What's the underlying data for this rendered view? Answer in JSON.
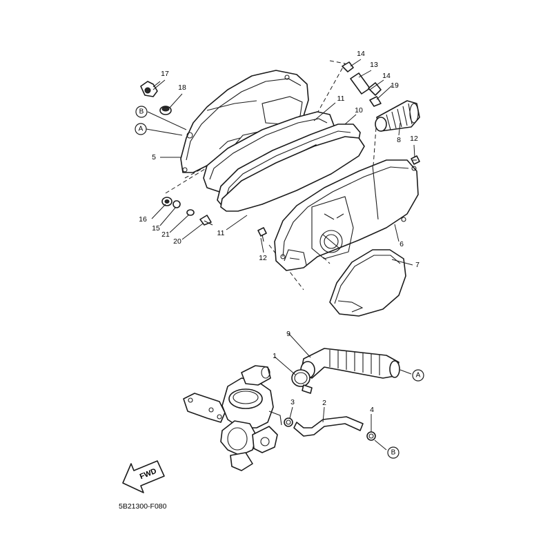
{
  "diagram": {
    "code": "5B21300-F080",
    "direction_label": "FWD",
    "references": [
      {
        "id": "ref-b-top",
        "letter": "B"
      },
      {
        "id": "ref-a-top",
        "letter": "A"
      },
      {
        "id": "ref-a-bottom",
        "letter": "A"
      },
      {
        "id": "ref-b-bottom",
        "letter": "B"
      }
    ],
    "callouts": [
      {
        "id": "17",
        "label": "17"
      },
      {
        "id": "18",
        "label": "18"
      },
      {
        "id": "5",
        "label": "5"
      },
      {
        "id": "14a",
        "label": "14"
      },
      {
        "id": "13",
        "label": "13"
      },
      {
        "id": "14b",
        "label": "14"
      },
      {
        "id": "19",
        "label": "19"
      },
      {
        "id": "11a",
        "label": "11"
      },
      {
        "id": "10",
        "label": "10"
      },
      {
        "id": "8",
        "label": "8"
      },
      {
        "id": "12a",
        "label": "12"
      },
      {
        "id": "16",
        "label": "16"
      },
      {
        "id": "15",
        "label": "15"
      },
      {
        "id": "21",
        "label": "21"
      },
      {
        "id": "20",
        "label": "20"
      },
      {
        "id": "11b",
        "label": "11"
      },
      {
        "id": "12b",
        "label": "12"
      },
      {
        "id": "6",
        "label": "6"
      },
      {
        "id": "7",
        "label": "7"
      },
      {
        "id": "9",
        "label": "9"
      },
      {
        "id": "1",
        "label": "1"
      },
      {
        "id": "3",
        "label": "3"
      },
      {
        "id": "2",
        "label": "2"
      },
      {
        "id": "4",
        "label": "4"
      }
    ]
  }
}
